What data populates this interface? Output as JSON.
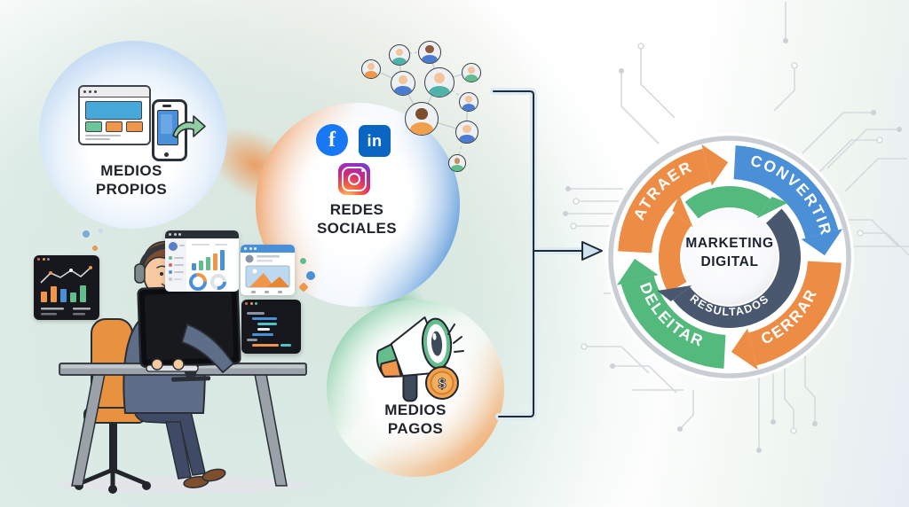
{
  "blobs": {
    "medios_propios": {
      "label": "MEDIOS PROPIOS"
    },
    "redes_sociales": {
      "label": "REDES SOCIALES"
    },
    "medios_pagos": {
      "label": "MEDIOS PAGOS"
    }
  },
  "social": {
    "facebook_glyph": "f",
    "linkedin_glyph": "in"
  },
  "megaphone": {
    "coin_symbol": "$"
  },
  "cycle": {
    "center_line1": "MARKETING",
    "center_line2": "DIGITAL",
    "segments": [
      {
        "label": "ATRAER",
        "color": "#ED8C44"
      },
      {
        "label": "CONVERTIR",
        "color": "#4B8FD6"
      },
      {
        "label": "CERRAR",
        "color": "#ED8C44"
      },
      {
        "label": "DELEITAR",
        "color": "#54B97D"
      }
    ],
    "inner_segments": [
      {
        "label": "",
        "color": "#ED8C44"
      },
      {
        "label": "",
        "color": "#54B97D"
      },
      {
        "label": "RESULTADOS",
        "color": "#49586E"
      }
    ]
  },
  "icons": {
    "browser": "browser-window-icon",
    "phone": "smartphone-icon",
    "share_arrow": "share-arrow-icon",
    "facebook": "facebook-icon",
    "linkedin": "linkedin-icon",
    "instagram": "instagram-icon",
    "megaphone": "megaphone-icon",
    "coin": "dollar-coin-icon"
  },
  "colors": {
    "orange": "#ED8C44",
    "blue": "#4B8FD6",
    "green": "#54B97D",
    "slate": "#49586E",
    "ring_gray": "#C9CED4",
    "text_dark": "#20242C"
  }
}
